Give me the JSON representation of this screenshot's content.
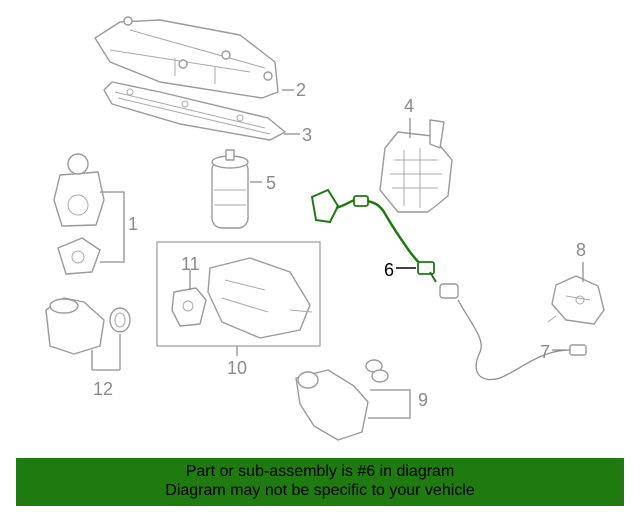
{
  "banner": {
    "line1": "Part or sub-assembly is #6 in diagram",
    "line2": "Diagram may not be specific to your vehicle",
    "color": "#1f7a10"
  },
  "highlight_color": "#1e7a10",
  "callouts": {
    "c1": "1",
    "c2": "2",
    "c3": "3",
    "c4": "4",
    "c5": "5",
    "c6": "6",
    "c7": "7",
    "c8": "8",
    "c9": "9",
    "c10": "10",
    "c11": "11",
    "c12": "12"
  },
  "highlighted_part": "6"
}
